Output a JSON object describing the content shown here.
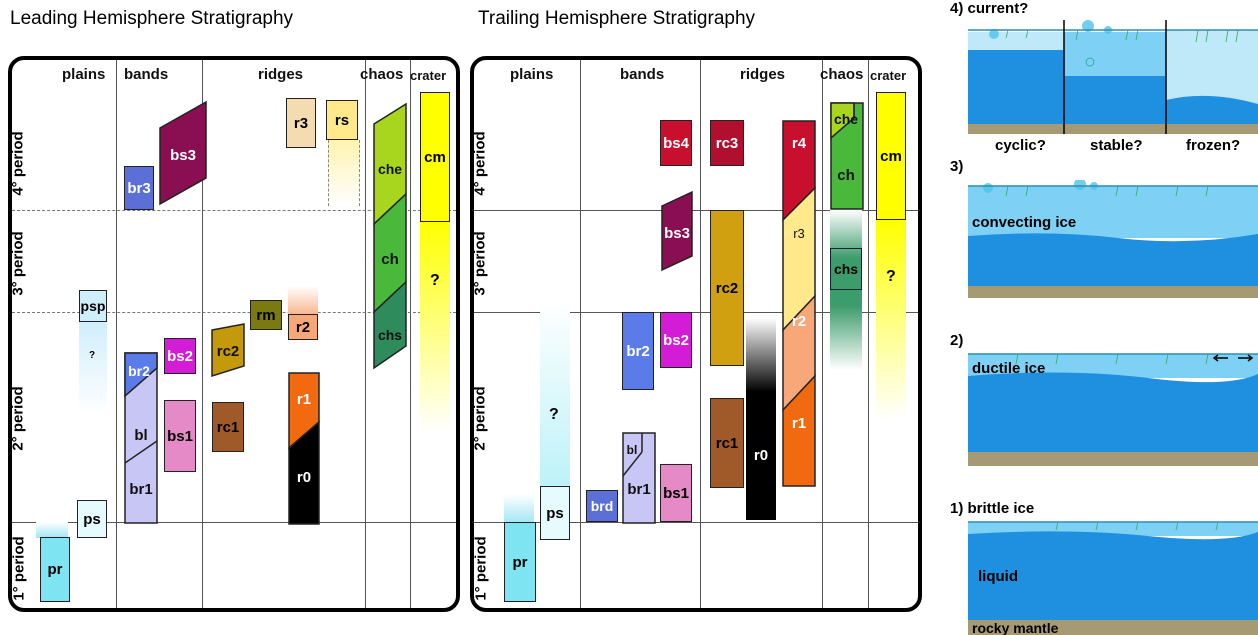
{
  "titles": {
    "leading": "Leading Hemisphere Stratigraphy",
    "trailing": "Trailing Hemisphere Stratigraphy"
  },
  "columns": {
    "plains": "plains",
    "bands": "bands",
    "ridges": "ridges",
    "chaos": "chaos",
    "crater": "crater"
  },
  "periods": {
    "p1": "1° period",
    "p2": "2° period",
    "p3": "3° period",
    "p4": "4° period"
  },
  "leading_units": {
    "pr": "pr",
    "ps": "ps",
    "psp": "psp",
    "psp_q": "?",
    "br3": "br3",
    "bs3": "bs3",
    "br2": "br2",
    "bs2": "bs2",
    "bl": "bl",
    "br1": "br1",
    "bs1": "bs1",
    "rc2": "rc2",
    "rc1": "rc1",
    "rm": "rm",
    "r3": "r3",
    "rs": "rs",
    "r2": "r2",
    "r1": "r1",
    "r0": "r0",
    "che": "che",
    "ch": "ch",
    "chs": "chs",
    "cm": "cm",
    "cm_q": "?"
  },
  "trailing_units": {
    "pr": "pr",
    "ps": "ps",
    "ps_q": "?",
    "brd": "brd",
    "bl": "bl",
    "br1": "br1",
    "bs1": "bs1",
    "br2": "br2",
    "bs2": "bs2",
    "bs3": "bs3",
    "bs4": "bs4",
    "rc3": "rc3",
    "rc2": "rc2",
    "rc1": "rc1",
    "r0": "r0",
    "r1": "r1",
    "r2": "r2",
    "r3": "r3",
    "r4": "r4",
    "che": "che",
    "ch": "ch",
    "chs": "chs",
    "cm": "cm",
    "cm_q": "?"
  },
  "scenarios": {
    "s4": {
      "heading": "4) current?",
      "a": "cyclic?",
      "b": "stable?",
      "c": "frozen?"
    },
    "s3": {
      "heading": "3)",
      "label": "convecting ice"
    },
    "s2": {
      "heading": "2)",
      "label": "ductile ice"
    },
    "s1": {
      "heading": "1) brittle ice",
      "liquid": "liquid",
      "mantle": "rocky mantle"
    }
  },
  "colors": {
    "ocean": "#1f8fe0",
    "ocean_light": "#7fd0f5",
    "ice": "#bfe8f8",
    "mantle": "#a59a74"
  }
}
